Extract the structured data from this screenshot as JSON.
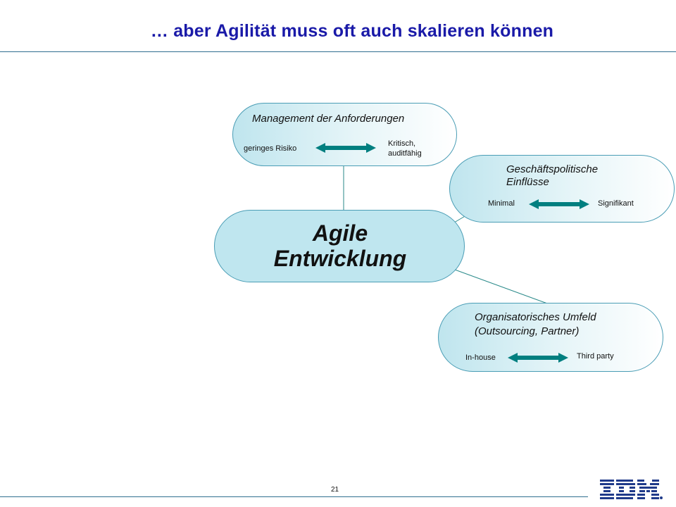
{
  "slide": {
    "title": "… aber Agilität muss oft auch skalieren können",
    "page_number": "21"
  },
  "center": {
    "line1": "Agile",
    "line2": "Entwicklung"
  },
  "boxes": [
    {
      "title": "Management der Anforderungen",
      "left_label": "geringes Risiko",
      "right_label_1": "Kritisch,",
      "right_label_2": "auditfähig"
    },
    {
      "title_1": "Geschäftspolitische",
      "title_2": "Einflüsse",
      "left_label": "Minimal",
      "right_label": "Signifikant"
    },
    {
      "title_1": "Organisatorisches Umfeld",
      "title_2": "(Outsourcing, Partner)",
      "left_label": "In-house",
      "right_label": "Third party"
    }
  ],
  "colors": {
    "title": "#1a1aa8",
    "arrow": "#007f80",
    "pill_border": "#4a9db5",
    "logo": "#1f3a8a"
  },
  "logo": {
    "name": "IBM"
  }
}
